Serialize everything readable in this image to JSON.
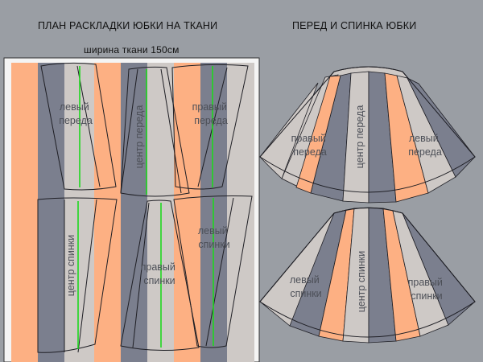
{
  "titles": {
    "layout_plan": "ПЛАН РАСКЛАДКИ ЮБКИ НА ТКАНИ",
    "front_back": "ПЕРЕД И СПИНКА ЮБКИ",
    "fabric_width": "ширина ткани 150см"
  },
  "layout_labels": {
    "left_front": [
      "левый",
      "переда"
    ],
    "center_front": "центр переда",
    "right_front": [
      "правый",
      "переда"
    ],
    "center_back": "центр спинки",
    "right_back": [
      "правый",
      "спинки"
    ],
    "left_back": [
      "левый",
      "спинки"
    ]
  },
  "front_labels": {
    "right_front": [
      "правый",
      "переда"
    ],
    "center_front": "центр переда",
    "left_front": [
      "левый",
      "переда"
    ]
  },
  "back_labels": {
    "left_back": [
      "левый",
      "спинки"
    ],
    "center_back": "центр спинки",
    "right_back": [
      "правый",
      "спинки"
    ]
  },
  "colors": {
    "background": "#9a9ea4",
    "peach": "#fdb083",
    "slate": "#7b7f8e",
    "light_grey": "#cec9c6",
    "grain_line": "#1ed81e",
    "outline": "#1e1e24"
  }
}
